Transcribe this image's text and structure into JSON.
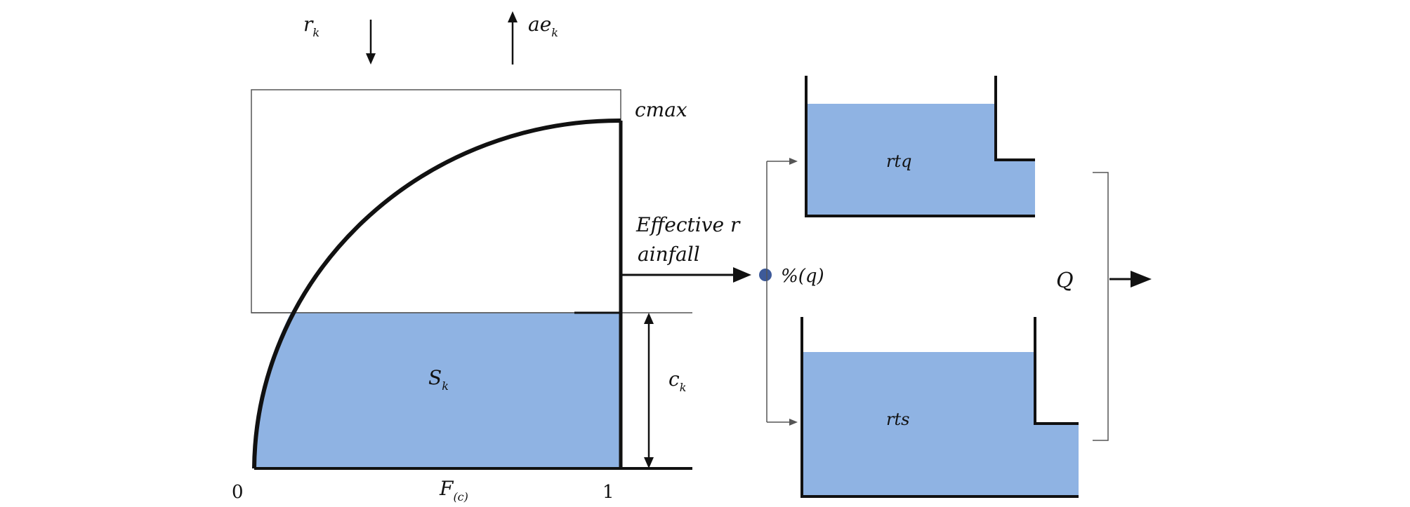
{
  "labels": {
    "rainfall": "r",
    "rainfall_sub": "k",
    "evap": "ae",
    "evap_sub": "k",
    "cmax": "cmax",
    "storage": "S",
    "storage_sub": "k",
    "capacity": "c",
    "capacity_sub": "k",
    "axis_zero": "0",
    "axis_one": "1",
    "axis_f": "F",
    "axis_f_sub": "(c)",
    "effective_line1": "Effective r",
    "effective_line2": "ainfall",
    "split": "%(q)",
    "quick_store": "rtq",
    "slow_store": "rts",
    "discharge": "Q"
  },
  "colors": {
    "water": "#8fb3e3",
    "line": "#111111",
    "thin_line": "#555555",
    "split_node": "#3d5a99"
  }
}
